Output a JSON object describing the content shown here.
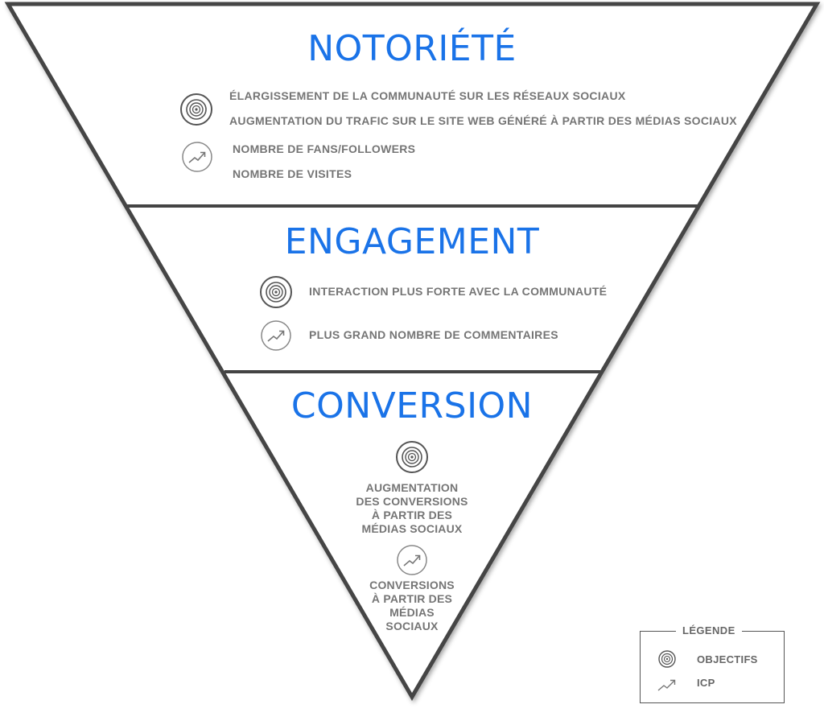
{
  "stages": [
    {
      "title": "NOTORIÉTÉ",
      "objectives": [
        "ÉLARGISSEMENT DE LA COMMUNAUTÉ SUR LES RÉSEAUX SOCIAUX",
        "AUGMENTATION DU TRAFIC SUR LE SITE WEB GÉNÉRÉ À PARTIR DES MÉDIAS SOCIAUX"
      ],
      "kpis": [
        "NOMBRE DE FANS/FOLLOWERS",
        "NOMBRE DE VISITES"
      ]
    },
    {
      "title": "ENGAGEMENT",
      "objectives": [
        "INTERACTION PLUS FORTE AVEC LA COMMUNAUTÉ"
      ],
      "kpis": [
        "PLUS GRAND NOMBRE DE COMMENTAIRES"
      ]
    },
    {
      "title": "CONVERSION",
      "objectives": [
        "AUGMENTATION",
        "DES CONVERSIONS",
        "À PARTIR DES",
        "MÉDIAS SOCIAUX"
      ],
      "kpis": [
        "CONVERSIONS",
        "À PARTIR DES",
        "MÉDIAS",
        "SOCIAUX"
      ]
    }
  ],
  "legend": {
    "title": "LÉGENDE",
    "objectives_label": "OBJECTIFS",
    "kpi_label": "ICP",
    "objectives_icon": "target-icon",
    "kpi_icon": "trend-up-icon"
  },
  "colors": {
    "title_blue": "#1a73e8",
    "text_gray": "#757575",
    "outline": "#444444"
  }
}
